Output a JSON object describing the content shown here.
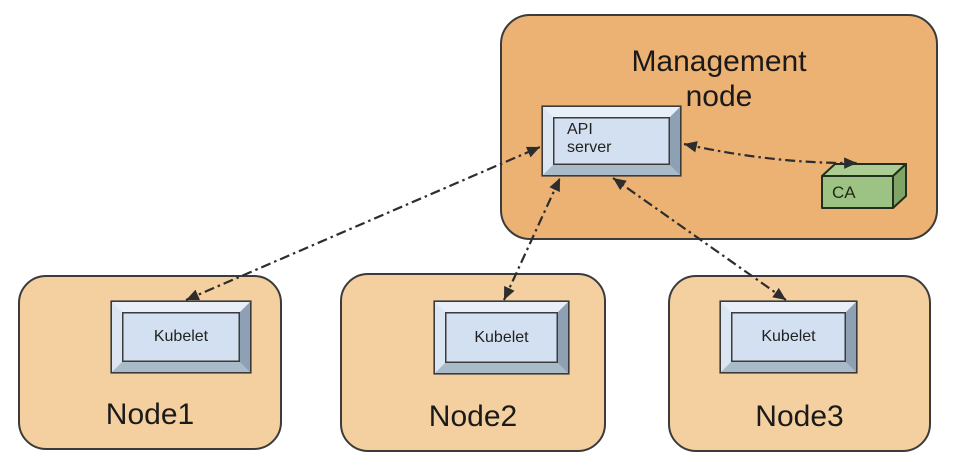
{
  "diagram": {
    "management_node": {
      "title": "Management node",
      "api_server": {
        "label": "API server"
      },
      "ca": {
        "label": "CA"
      }
    },
    "nodes": [
      {
        "name": "Node1",
        "component": "Kubelet"
      },
      {
        "name": "Node2",
        "component": "Kubelet"
      },
      {
        "name": "Node3",
        "component": "Kubelet"
      }
    ],
    "connections": [
      {
        "from": "API server",
        "to": "Kubelet (Node1)",
        "style": "dash-dot",
        "bidirectional": true
      },
      {
        "from": "API server",
        "to": "Kubelet (Node2)",
        "style": "dash-dot",
        "bidirectional": true
      },
      {
        "from": "API server",
        "to": "Kubelet (Node3)",
        "style": "dash-dot",
        "bidirectional": true
      },
      {
        "from": "API server",
        "to": "CA",
        "style": "dash-dot",
        "bidirectional": true
      }
    ],
    "colors": {
      "management_fill": "#ecb274",
      "worker_fill": "#f4cf9f",
      "component_face": "#d3e0f1",
      "ca_front": "#9cc284",
      "ca_top": "#abcd94",
      "ca_side": "#7fa465",
      "outline": "#3b3b3b",
      "arrow": "#2d2d2d"
    }
  }
}
